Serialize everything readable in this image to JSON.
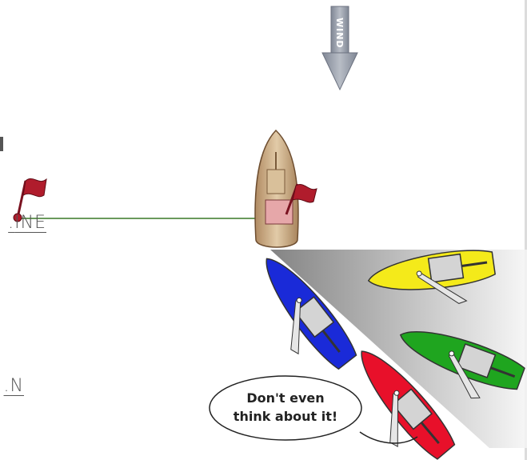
{
  "wind_label": "WIND",
  "fragments": {
    "line_text": "INE.",
    "other_text": "N."
  },
  "speech_bubble": {
    "line1": "Don't even",
    "line2": "think about it!"
  },
  "colors": {
    "committee_boat_hull": "#c8a882",
    "committee_flag": "#b01c2c",
    "pin_flag": "#b01c2c",
    "start_line": "#6a9a5c",
    "wind_arrow": "#9aa0aa",
    "boat_yellow": "#f4ea1a",
    "boat_green": "#1fa51f",
    "boat_blue": "#1a2ad8",
    "boat_red": "#e8102a",
    "shadow": "#8a8a8a"
  },
  "boats": [
    {
      "name": "yellow",
      "color": "#f4ea1a"
    },
    {
      "name": "green",
      "color": "#1fa51f"
    },
    {
      "name": "blue",
      "color": "#1a2ad8"
    },
    {
      "name": "red",
      "color": "#e8102a"
    }
  ]
}
